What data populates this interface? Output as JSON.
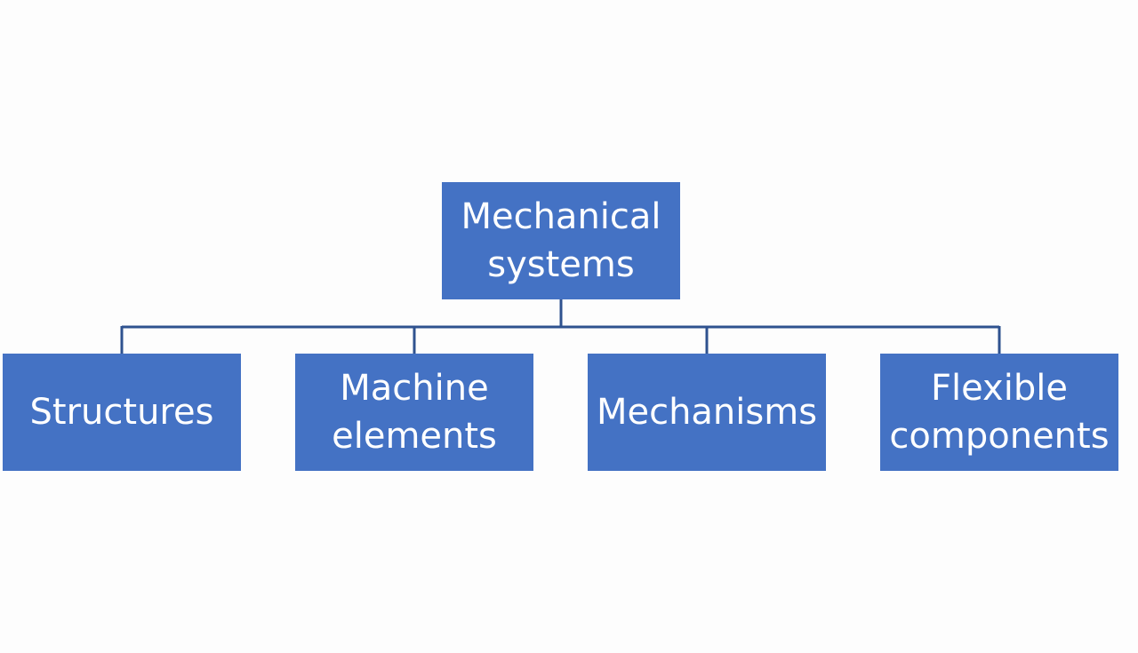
{
  "colors": {
    "node_fill": "#4472c4",
    "node_text": "#ffffff",
    "connector": "#2f528f",
    "background": "#fdfdfd"
  },
  "root": {
    "lines": [
      "Mechanical",
      "systems"
    ]
  },
  "children": [
    {
      "lines": [
        "Structures"
      ]
    },
    {
      "lines": [
        "Machine",
        "elements"
      ]
    },
    {
      "lines": [
        "Mechanisms"
      ]
    },
    {
      "lines": [
        "Flexible",
        "components"
      ]
    }
  ]
}
